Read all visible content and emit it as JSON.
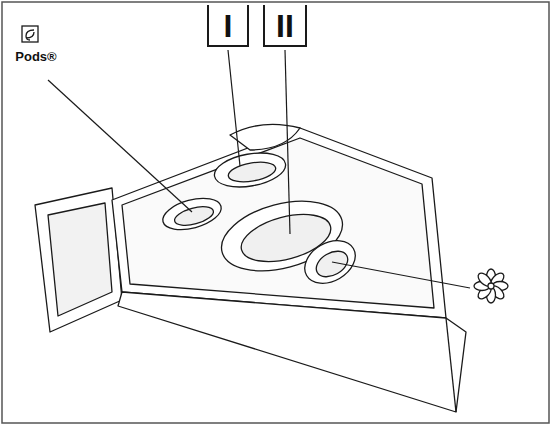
{
  "diagram": {
    "labels": [
      "Pods®",
      "I",
      "II"
    ]
  }
}
